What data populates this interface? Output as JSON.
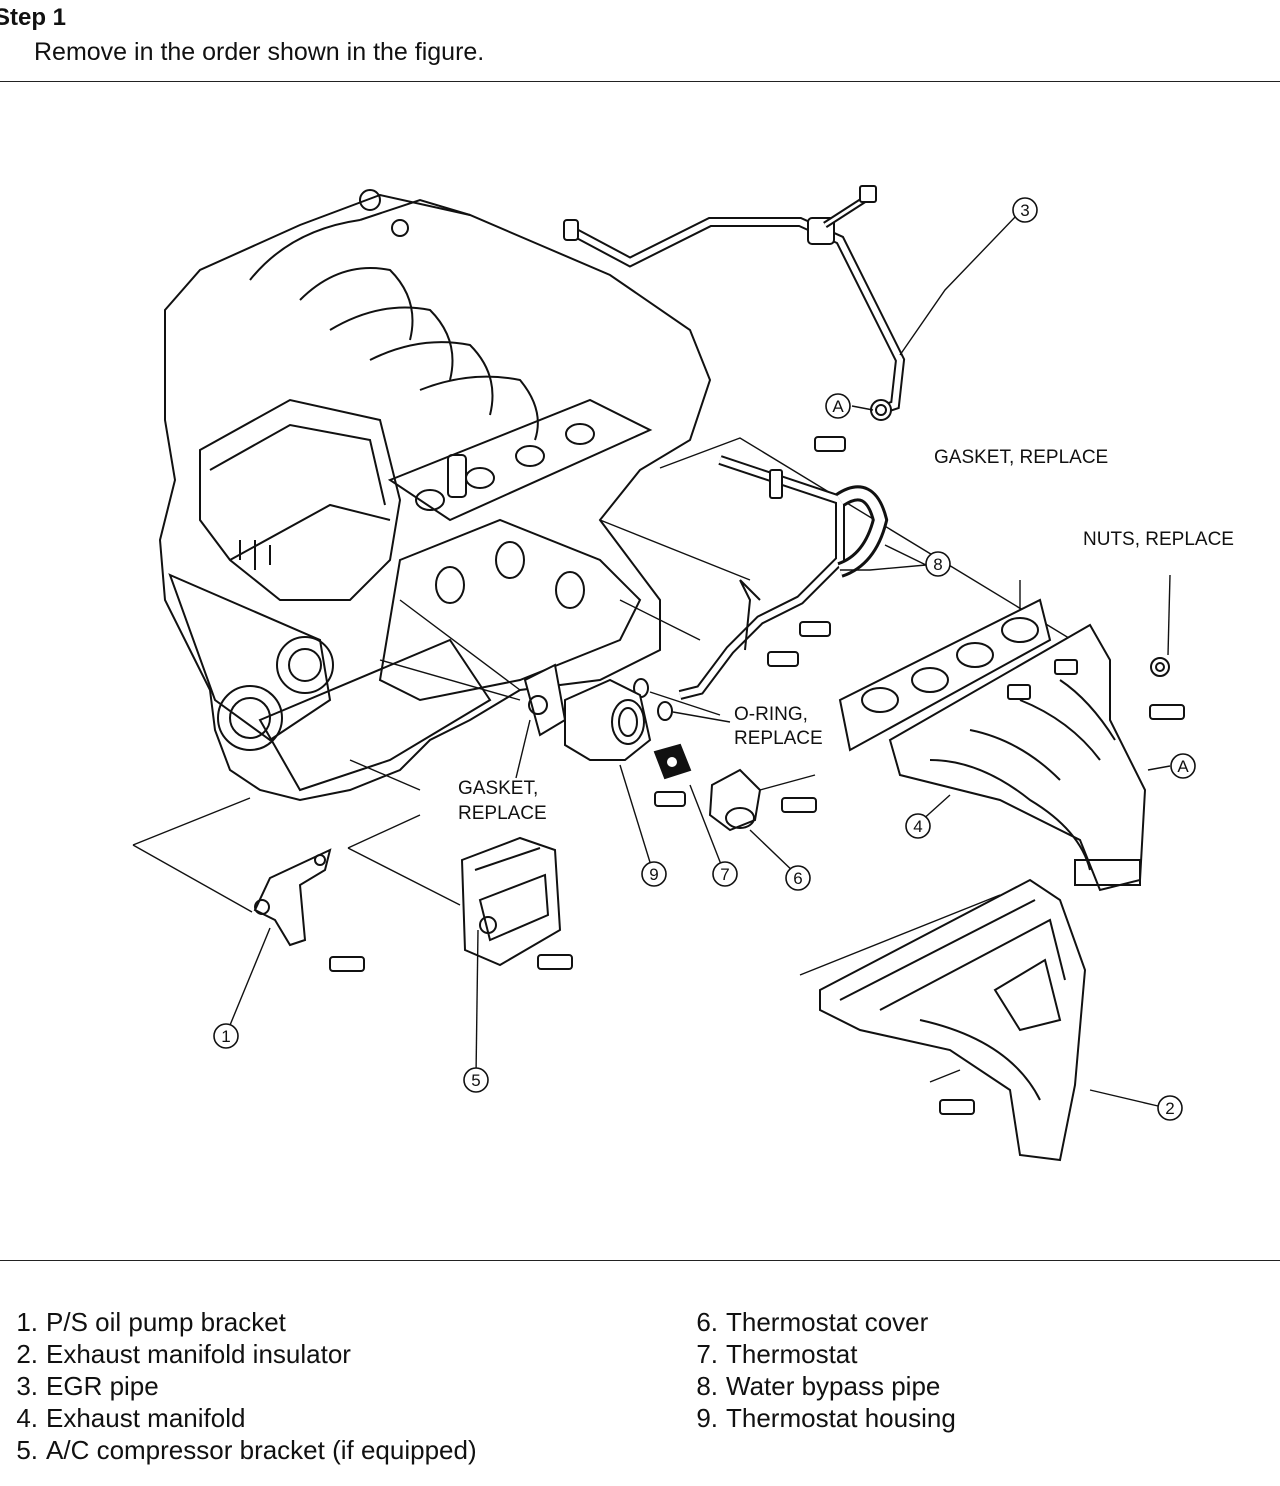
{
  "step": {
    "title": "Step 1",
    "instruction": "Remove in the order shown in the figure."
  },
  "diagram": {
    "callouts": [
      "1",
      "2",
      "3",
      "4",
      "5",
      "6",
      "7",
      "8",
      "9",
      "A",
      "A"
    ],
    "labels": {
      "gasket_manifold": "GASKET, REPLACE",
      "nuts": "NUTS, REPLACE",
      "oring_1": "O-RING,",
      "oring_2": "REPLACE",
      "gasket_housing_1": "GASKET,",
      "gasket_housing_2": "REPLACE"
    }
  },
  "legend": [
    {
      "num": "1.",
      "text": "P/S oil pump bracket"
    },
    {
      "num": "2.",
      "text": "Exhaust manifold insulator"
    },
    {
      "num": "3.",
      "text": "EGR pipe"
    },
    {
      "num": "4.",
      "text": "Exhaust manifold"
    },
    {
      "num": "5.",
      "text": "A/C compressor bracket (if equipped)"
    },
    {
      "num": "6.",
      "text": "Thermostat cover"
    },
    {
      "num": "7.",
      "text": "Thermostat"
    },
    {
      "num": "8.",
      "text": "Water bypass pipe"
    },
    {
      "num": "9.",
      "text": "Thermostat housing"
    }
  ]
}
